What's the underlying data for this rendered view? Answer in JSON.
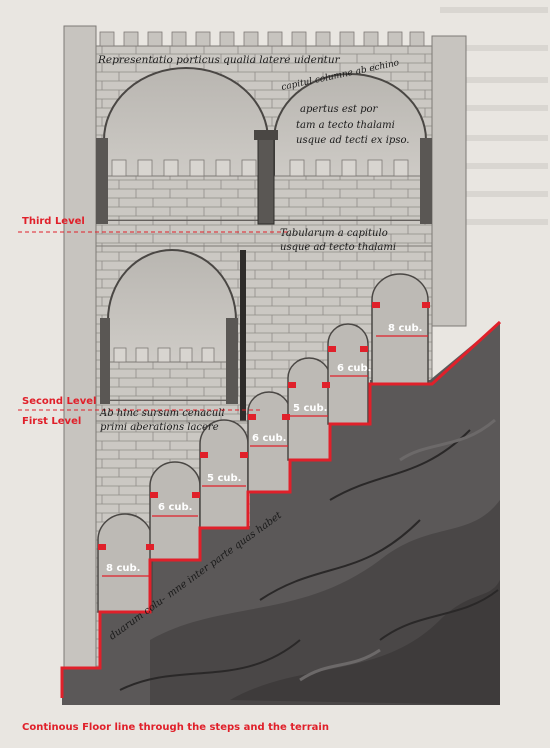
{
  "annotations": {
    "third_level": "Third Level",
    "second_level": "Second Level",
    "first_level": "First Level",
    "floor_line": "Continous Floor line through the steps and the terrain"
  },
  "measurements": [
    "8 cub.",
    "6 cub.",
    "5 cub.",
    "6 cub.",
    "5 cub.",
    "6 cub.",
    "8 cub."
  ],
  "manuscript_text": {
    "top_caption": "Representatio porticus qualia latere uidentur",
    "upper_note_1": "capitul columne ab echino",
    "upper_note_2": "apertus est por",
    "upper_note_3": "tam a tecto thalami",
    "upper_note_4": "usque ad tecti ex ipso.",
    "middle_note_1": "Tabularum a capitulo",
    "middle_note_2": "usque ad tecto thalami",
    "lower_note_1": "Ab hinc sursum cenaculi",
    "lower_note_2": "primi aberations lacere",
    "diagonal_1": "duarum colu-",
    "diagonal_2": "mne inter parte quas habet"
  },
  "colors": {
    "annotation": "#e0202a",
    "wall": "#c9c6c1",
    "terrain": "#595656",
    "parchment": "#e9e6e1"
  }
}
